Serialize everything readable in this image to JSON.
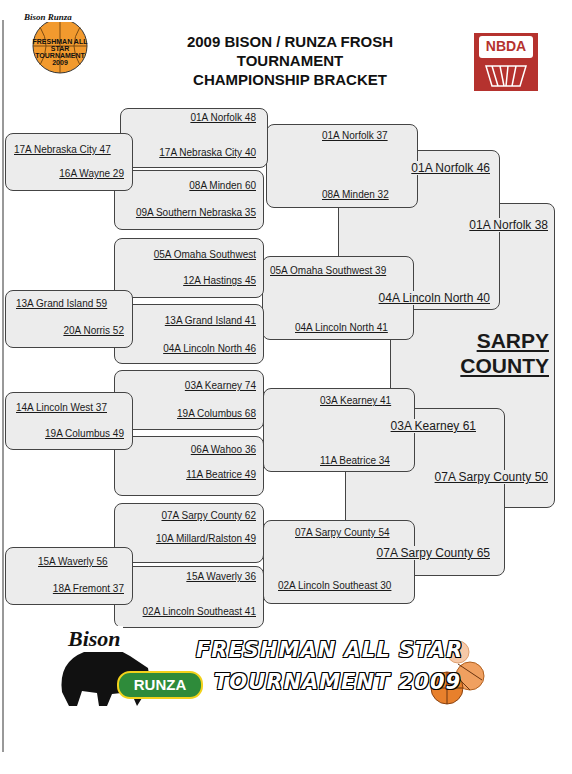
{
  "diagram": {
    "title": "2009 BISON / RUNZA FROSH TOURNAMENT CHAMPIONSHIP BRACKET",
    "nodes": [
      {
        "text": [
          "17A Nebraska City 47",
          "16A Wayne 29"
        ]
      },
      {
        "text": [
          "13A Grand Island 59",
          "20A Norris 52"
        ]
      },
      {
        "text": [
          "14A Lincoln West 37",
          "19A Columbus 49"
        ]
      },
      {
        "text": [
          "15A Waverly 56",
          "18A Fremont 37"
        ]
      },
      {
        "text": [
          "01A Norfolk 48",
          "17A Nebraska City 40"
        ]
      },
      {
        "text": [
          "08A Minden 60",
          "09A Southern Nebraska 35"
        ]
      },
      {
        "text": [
          "05A Omaha Southwest",
          "12A Hastings 45"
        ]
      },
      {
        "text": [
          "13A Grand Island 41",
          "04A Lincoln North 46"
        ]
      },
      {
        "text": [
          "03A Kearney 74",
          "19A Columbus 68"
        ]
      },
      {
        "text": [
          "06A Wahoo 36",
          "11A Beatrice 49"
        ]
      },
      {
        "text": [
          "07A Sarpy County 62",
          "10A Millard/Ralston 49"
        ]
      },
      {
        "text": [
          "15A Waverly 36",
          "02A Lincoln Southeast 41"
        ]
      },
      {
        "text": [
          "01A Norfolk 37",
          "08A Minden 32"
        ]
      },
      {
        "text": [
          "05A Omaha Southwest 39",
          "04A Lincoln North 41"
        ]
      },
      {
        "text": [
          "03A Kearney 41",
          "11A Beatrice 34"
        ]
      },
      {
        "text": [
          "07A Sarpy County 54",
          "02A Lincoln Southeast 30"
        ]
      },
      {
        "text": [
          "01A Norfolk 46",
          "04A Lincoln North 40"
        ]
      },
      {
        "text": [
          "03A Kearney 61",
          "07A Sarpy County 65"
        ]
      },
      {
        "text": [
          "01A Norfolk 38",
          "SARPY COUNTY",
          "07A Sarpy County 50"
        ]
      }
    ],
    "labels": [
      "Bison Runza",
      "FRESHMAN ALL STAR TOURNAMENT 2009",
      "NBDA",
      "Bison",
      "RUNZA",
      "FRESHMAN ALL STAR",
      "TOURNAMENT 2009"
    ]
  }
}
